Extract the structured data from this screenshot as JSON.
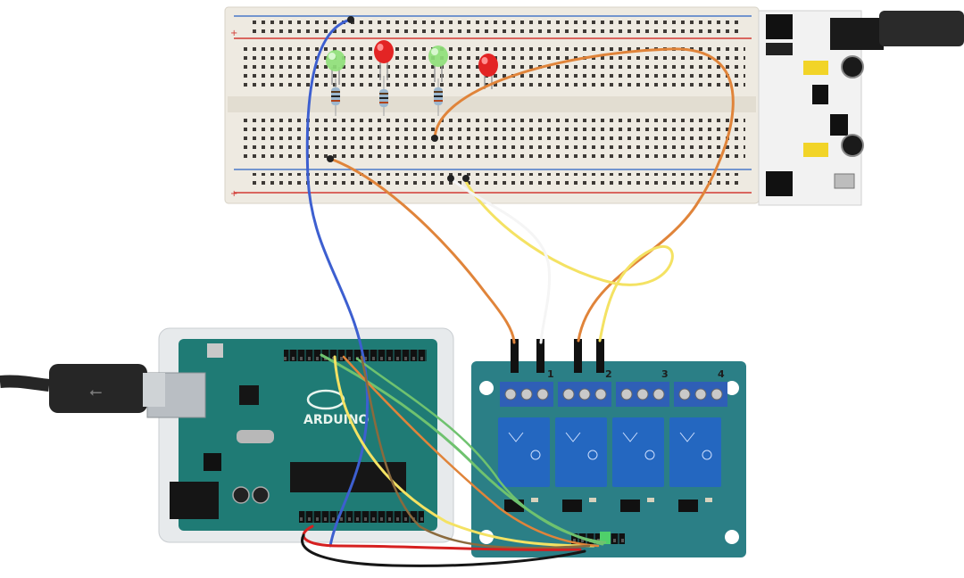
{
  "photo": {
    "arduino_logo_text": "ARDUINO",
    "relay_channel_labels": [
      "1",
      "2",
      "3",
      "4"
    ]
  },
  "colors": {
    "breadboard": "#eeeae1",
    "breadboard_rail_red": "#d23a34",
    "breadboard_rail_blue": "#4a79c7",
    "arduino_pcb": "#1f7b75",
    "arduino_case": "#e7eaec",
    "relay_pcb": "#2b7f86",
    "relay_body": "#2467c0",
    "terminal_block": "#2f5fb6",
    "power_module_pcb": "#f2f2f2",
    "usb_cable": "#262626",
    "led_green": "#8fe07a",
    "led_red": "#e32424",
    "wire_blue": "#3d5fd0",
    "wire_orange": "#e0843a",
    "wire_yellow": "#f4e263",
    "wire_white": "#f5f5f5",
    "wire_green": "#6fc26f",
    "wire_red": "#d62020",
    "wire_black": "#161616",
    "wire_brown": "#8b6a3d"
  }
}
